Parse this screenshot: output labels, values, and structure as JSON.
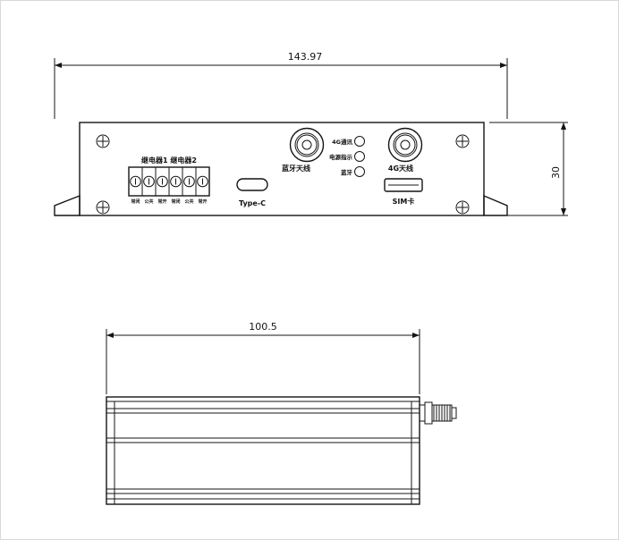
{
  "drawing": {
    "ink_color": "#141414",
    "front_view": {
      "width_dim": "143.97",
      "height_dim": "30",
      "relay_label": "继电器1 继电器2",
      "terminal_labels": [
        "常闭",
        "公共",
        "常开",
        "常闭",
        "公共",
        "常开"
      ],
      "type_c_label": "Type-C",
      "bluetooth_antenna_label": "蓝牙天线",
      "led_labels": [
        "4G通讯",
        "电源指示",
        "蓝牙"
      ],
      "antenna_4g_label": "4G天线",
      "sim_label": "SIM卡"
    },
    "side_view": {
      "width_dim": "100.5"
    }
  }
}
